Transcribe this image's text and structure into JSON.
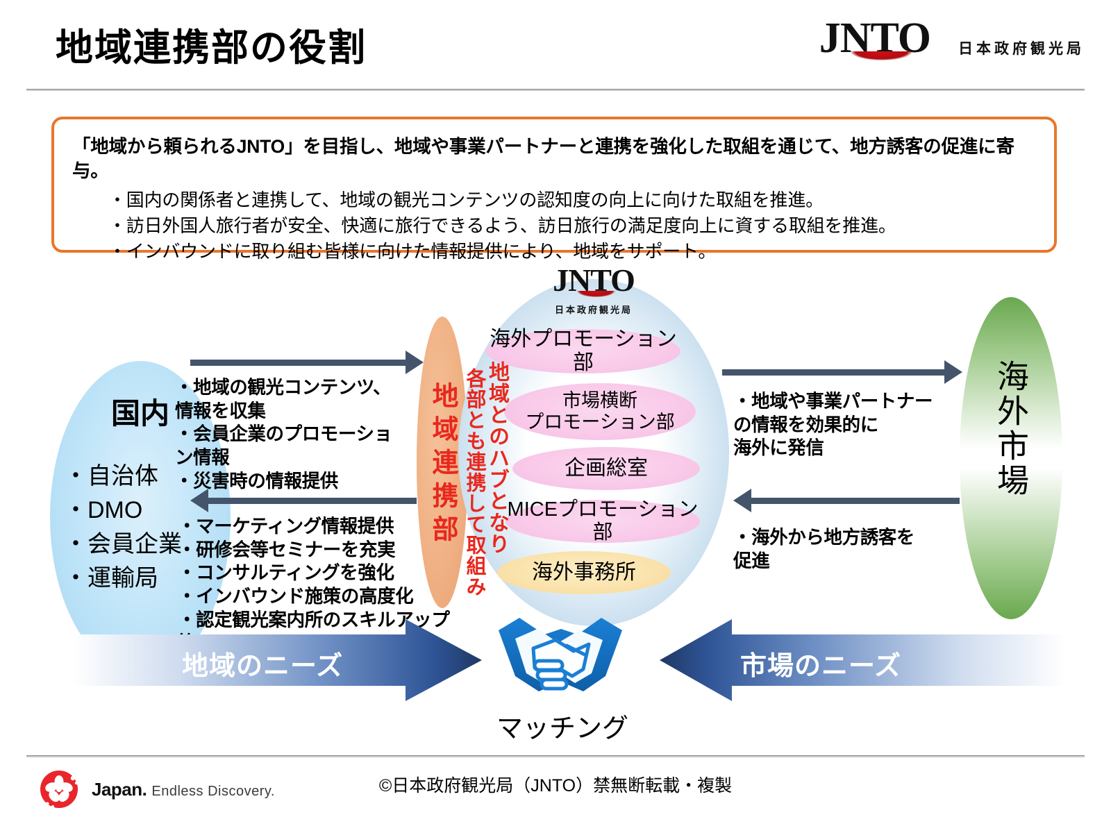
{
  "header": {
    "title": "地域連携部の役割",
    "logo": {
      "word": "JNTO",
      "jp": "日本政府観光局"
    }
  },
  "callout": {
    "lead": "「地域から頼られるJNTO」を目指し、地域や事業パートナーと連携を強化した取組を通じて、地方誘客の促進に寄与。",
    "bullets": [
      "・国内の関係者と連携して、地域の観光コンテンツの認知度の向上に向けた取組を推進。",
      "・訪日外国人旅行者が安全、快適に旅行できるよう、訪日旅行の満足度向上に資する取組を推進。",
      "・インバウンドに取り組む皆様に向けた情報提供により、地域をサポート。"
    ]
  },
  "diagram": {
    "domestic": {
      "title": "国内",
      "items": [
        "・自治体",
        "・DMO",
        "・会員企業",
        "・運輸局"
      ]
    },
    "overseas": {
      "title": "海外市場"
    },
    "hub": {
      "label": "地域連携部"
    },
    "globe": {
      "logo": {
        "word": "JNTO",
        "jp": "日本政府観光局"
      },
      "vertical_notes": [
        "地域とのハブとなり",
        "各部とも連携して取組み"
      ],
      "departments": [
        {
          "name": "海外プロモーション部",
          "color": "pink"
        },
        {
          "name": "市場横断\nプロモーション部",
          "color": "pink"
        },
        {
          "name": "企画総室",
          "color": "pink"
        },
        {
          "name": "MICEプロモーション部",
          "color": "pink"
        },
        {
          "name": "海外事務所",
          "color": "yellow"
        }
      ]
    },
    "flows": {
      "left_top": "・地域の観光コンテンツ、\n  情報を収集\n・会員企業のプロモーション情報\n・災害時の情報提供",
      "left_bottom": "・マーケティング情報提供\n・研修会等セミナーを充実\n・コンサルティングを強化\n・インバウンド施策の高度化\n・認定観光案内所のスキルアップ等\n  受入環境整備",
      "right_top": "・地域や事業パートナー\n  の情報を効果的に\n  海外に発信",
      "right_bottom": "・海外から地方誘客を\n  促進"
    },
    "bottom": {
      "left_arrow_label": "地域のニーズ",
      "right_arrow_label": "市場のニーズ",
      "matching_label": "マッチング"
    }
  },
  "footer": {
    "brand_name": "Japan.",
    "brand_tagline": "Endless Discovery.",
    "copyright": "©日本政府観光局（JNTO）禁無断転載・複製"
  },
  "colors": {
    "accent_orange": "#e8762b",
    "red_text": "#e8281e",
    "arrow_gray": "#44546a",
    "arrow_blue_dark": "#1f3864",
    "green": "#6aa84f"
  }
}
